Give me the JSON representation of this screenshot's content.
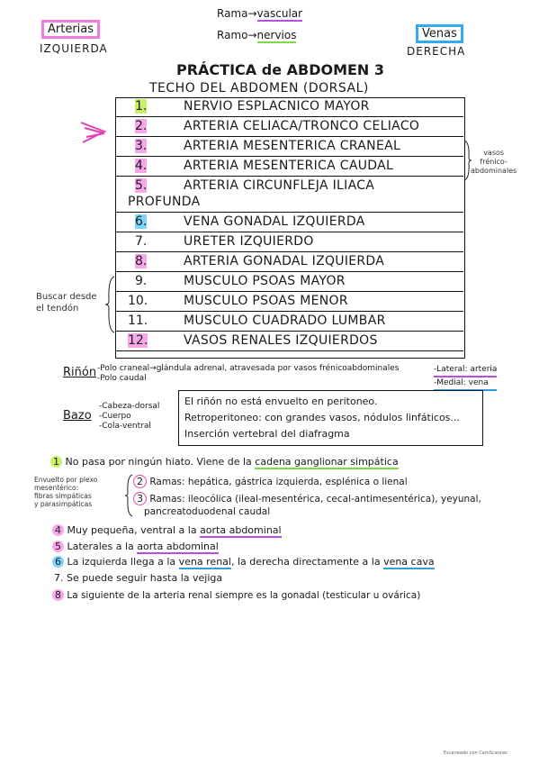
{
  "header": {
    "arterias_label": "Arterias",
    "izquierda": "IZQUIERDA",
    "rama_vascular_prefix": "Rama→",
    "rama_vascular_word": "vascular",
    "ramo_nervios_prefix": "Ramo→",
    "ramo_nervios_word": "nervios",
    "venas_label": "Venas",
    "derecha": "DERECHA",
    "title": "PRÁCTICA de ABDOMEN 3",
    "subtitle": "TECHO DEL ABDOMEN (DORSAL)"
  },
  "table_rows": [
    {
      "num": "1.",
      "text": "NERVIO ESPLACNICO MAYOR"
    },
    {
      "num": "2.",
      "text": "ARTERIA CELIACA/TRONCO CELIACO"
    },
    {
      "num": "3.",
      "text": "ARTERIA MESENTERICA CRANEAL"
    },
    {
      "num": "4.",
      "text": "ARTERIA MESENTERICA CAUDAL"
    },
    {
      "num": "5.",
      "text": "ARTERIA CIRCUNFLEJA ILIACA",
      "text2": "PROFUNDA"
    },
    {
      "num": "6.",
      "text": "VENA GONADAL IZQUIERDA"
    },
    {
      "num": "7.",
      "text": "URETER IZQUIERDO"
    },
    {
      "num": "8.",
      "text": "ARTERIA GONADAL IZQUIERDA"
    },
    {
      "num": "9.",
      "text": "MUSCULO PSOAS MAYOR"
    },
    {
      "num": "10.",
      "text": "MUSCULO PSOAS MENOR"
    },
    {
      "num": "11.",
      "text": "MUSCULO CUADRADO LUMBAR"
    },
    {
      "num": "12.",
      "text": "VASOS RENALES IZQUIERDOS"
    }
  ],
  "side_notes": {
    "vasos": "vasos",
    "frenico": "frénico-",
    "abdominales": "abdominales",
    "buscar": "Buscar desde",
    "tendon": "el tendón"
  },
  "rinon": {
    "label": "Riñón",
    "line1": "-Polo craneal→glándula adrenal, atravesada por vasos frénicoabdominales",
    "line2": "-Polo caudal",
    "lateral": "-Lateral: arteria",
    "medial": "-Medial: vena"
  },
  "bazo": {
    "label": "Bazo",
    "lines": [
      "-Cabeza-dorsal",
      "-Cuerpo",
      "-Cola-ventral"
    ]
  },
  "boxed_note": [
    "El riñón no está envuelto en peritoneo.",
    "Retroperitoneo: con grandes vasos, nódulos linfáticos...",
    "Inserción vertebral del diafragma"
  ],
  "notes": {
    "n1_num": "1",
    "n1_pre": "No pasa por ningún hiato. Viene de la ",
    "n1_ul": "cadena ganglionar simpática",
    "envuelto1": "Envuelto por plexo",
    "envuelto2": "mesentérico:",
    "envuelto3": "fibras simpáticas",
    "envuelto4": "y parasimpáticas",
    "n2_num": "2",
    "n2_text": "Ramas: hepática, gástrica izquierda, esplénica o lienal",
    "n3_num": "3",
    "n3_text": "Ramas: ileocólica (ileal-mesentérica, cecal-antimesentérica), yeyunal,",
    "n3_text2": "pancreatoduodenal caudal",
    "n4_num": "4",
    "n4_pre": "Muy pequeña, ventral a la ",
    "n4_ul": "aorta abdominal",
    "n5_num": "5",
    "n5_pre": "Laterales a la ",
    "n5_ul": "aorta abdominal",
    "n6_num": "6",
    "n6_pre": "La izquierda llega a la ",
    "n6_ul1": "vena renal",
    "n6_mid": ", la derecha directamente a la ",
    "n6_ul2": "vena cava",
    "n7": "7. Se puede seguir hasta la vejiga",
    "n8_num": "8",
    "n8_text": "La siguiente de la arteria renal siempre es la gonadal (testicular u ovárica)"
  },
  "footer": "Escaneado con CamScanner",
  "colors": {
    "pink": "#f7a6e9",
    "green": "#c8f06a",
    "blue": "#7fd3ff",
    "purple": "#b84ee0"
  }
}
